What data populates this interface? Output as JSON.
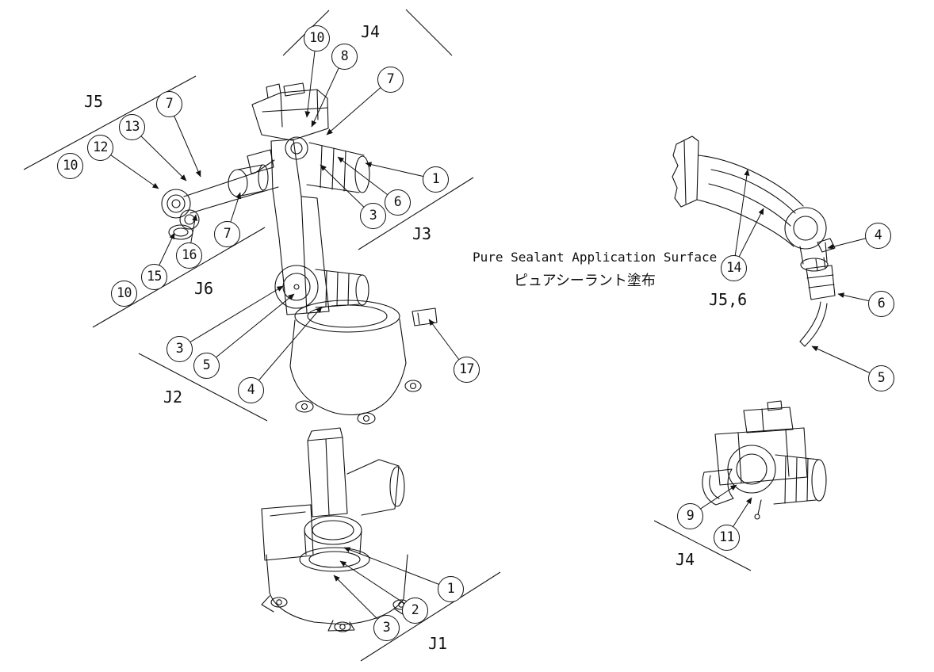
{
  "figure": {
    "background": "#ffffff",
    "line_color": "#111111",
    "annotation": {
      "line1": "Pure Sealant Application Surface",
      "line2": "ピュアシーラント塗布"
    },
    "group_labels": {
      "j5": "J5",
      "j4_top": "J4",
      "j3": "J3",
      "j6": "J6",
      "j2": "J2",
      "j56": "J5,6",
      "j1": "J1",
      "j4_bottom": "J4"
    },
    "callouts": [
      {
        "label": "10"
      },
      {
        "label": "8"
      },
      {
        "label": "7"
      },
      {
        "label": "7"
      },
      {
        "label": "13"
      },
      {
        "label": "12"
      },
      {
        "label": "10"
      },
      {
        "label": "1"
      },
      {
        "label": "6"
      },
      {
        "label": "3"
      },
      {
        "label": "7"
      },
      {
        "label": "16"
      },
      {
        "label": "15"
      },
      {
        "label": "10"
      },
      {
        "label": "3"
      },
      {
        "label": "5"
      },
      {
        "label": "4"
      },
      {
        "label": "17"
      },
      {
        "label": "14"
      },
      {
        "label": "4"
      },
      {
        "label": "6"
      },
      {
        "label": "5"
      },
      {
        "label": "1"
      },
      {
        "label": "2"
      },
      {
        "label": "3"
      },
      {
        "label": "9"
      },
      {
        "label": "11"
      }
    ]
  }
}
